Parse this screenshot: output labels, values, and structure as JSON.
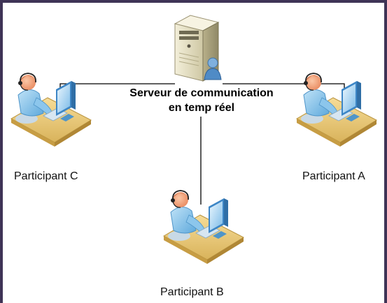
{
  "server": {
    "title_line1": "Serveur de communication",
    "title_line2": "en temp réel",
    "icon": "server-tower-with-user-icon"
  },
  "participants": [
    {
      "label": "Participant C",
      "icon": "person-at-computer-icon"
    },
    {
      "label": "Participant A",
      "icon": "person-at-computer-icon"
    },
    {
      "label": "Participant B",
      "icon": "person-at-computer-icon"
    }
  ],
  "colors": {
    "frame": "#3f3456",
    "desk": "#e7c77a",
    "person_shirt": "#7ec0ea",
    "face": "#f2a27c",
    "monitor": "#5aa8e0",
    "server_body": "#e8e3c8",
    "connector": "#000000"
  }
}
